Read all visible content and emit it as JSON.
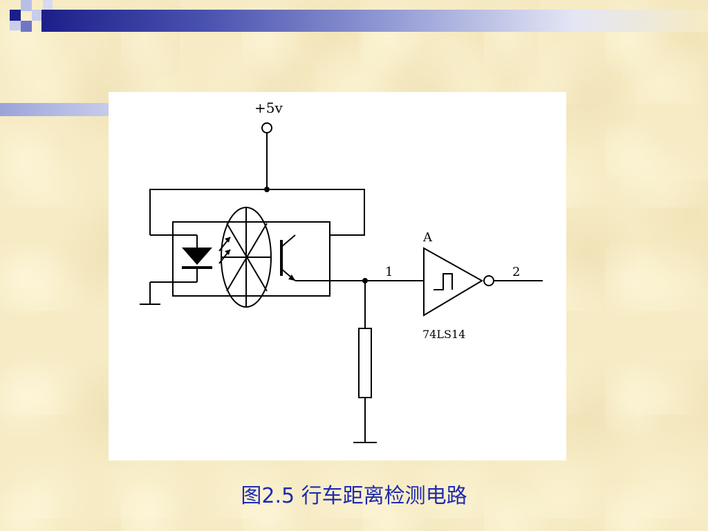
{
  "diagram": {
    "supply_label": "+5v",
    "node1_label": "1",
    "node2_label": "2",
    "gate_label": "A",
    "chip_label": "74LS14"
  },
  "caption": "图2.5 行车距离检测电路",
  "colors": {
    "title_bar_dark": "#1c1f8a",
    "caption_text": "#1f2bb0",
    "background": "#f6ebc4"
  }
}
